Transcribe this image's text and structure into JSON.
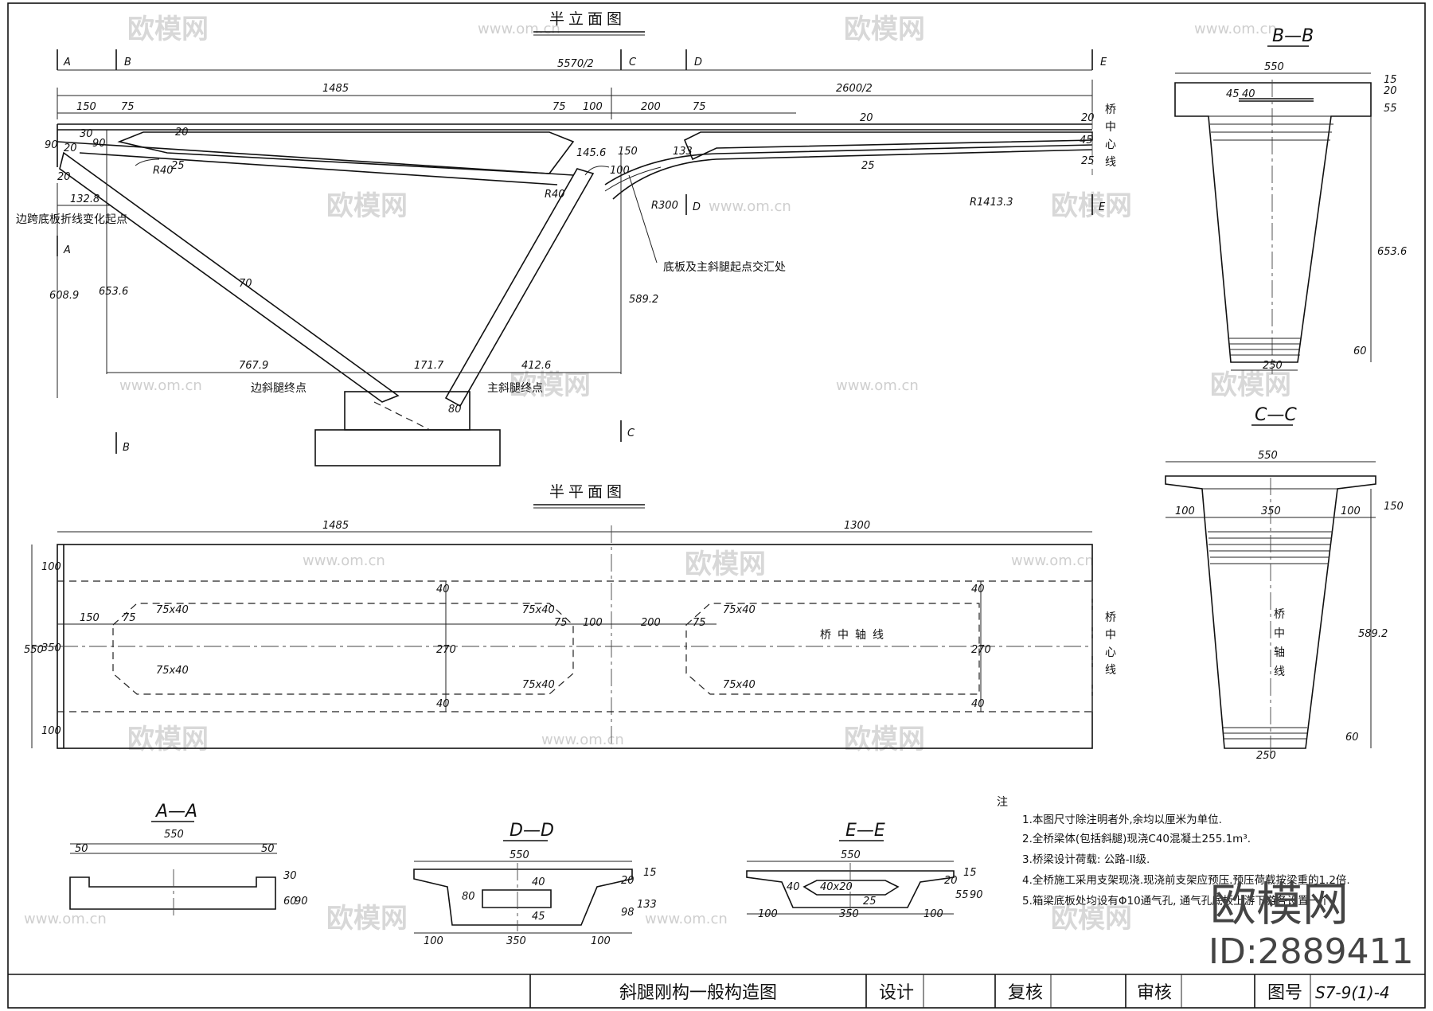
{
  "views": {
    "elevation_title": "半立面图",
    "plan_title": "半平面图",
    "bb_title": "B—B",
    "cc_title": "C—C",
    "aa_title": "A—A",
    "dd_title": "D—D",
    "ee_title": "E—E"
  },
  "section_marks": [
    "A",
    "B",
    "C",
    "D",
    "E"
  ],
  "elevation": {
    "dims_top": [
      "5570/2",
      "1485",
      "2600/2"
    ],
    "dims_detail": [
      "150",
      "75",
      "75",
      "100",
      "200",
      "75",
      "20",
      "20",
      "20",
      "90",
      "30",
      "20",
      "90",
      "20",
      "145.6",
      "133",
      "150",
      "45",
      "25",
      "25",
      "25"
    ],
    "radii": [
      "R40",
      "R40",
      "R300",
      "R1413.3"
    ],
    "dims_left": [
      "132.8",
      "608.9",
      "653.6"
    ],
    "dims_bottom": [
      "767.9",
      "171.7",
      "412.6",
      "80",
      "70",
      "100"
    ],
    "dim_right": "589.2",
    "labels": {
      "side_slope_start": "边跨底板折线变化起点",
      "bottom_meet": "底板及主斜腿起点交汇处",
      "side_leg_end": "边斜腿终点",
      "main_leg_end": "主斜腿终点",
      "bridge_center": "桥中心线"
    }
  },
  "plan": {
    "dims_top": [
      "1485",
      "1300"
    ],
    "dims_left": [
      "550",
      "100",
      "350",
      "100"
    ],
    "dims_inner": [
      "150",
      "75",
      "75",
      "100",
      "200",
      "75",
      "40",
      "270",
      "40",
      "40",
      "270",
      "40"
    ],
    "chamfers": [
      "75x40",
      "75x40",
      "75x40",
      "75x40",
      "75x40",
      "75x40"
    ],
    "axis_label": "桥中轴线",
    "center_label": "桥中心线"
  },
  "section_bb": {
    "dims": [
      "550",
      "15",
      "20",
      "55",
      "45",
      "40",
      "653.6",
      "60",
      "250"
    ]
  },
  "section_cc": {
    "dims": [
      "550",
      "100",
      "350",
      "100",
      "150",
      "589.2",
      "60",
      "250"
    ],
    "axis_label": "桥中轴线"
  },
  "section_aa": {
    "dims": [
      "550",
      "50",
      "50",
      "30",
      "60",
      "90"
    ]
  },
  "section_dd": {
    "dims": [
      "550",
      "15",
      "20",
      "80",
      "40",
      "45",
      "98",
      "133",
      "100",
      "350",
      "100"
    ]
  },
  "section_ee": {
    "dims": [
      "550",
      "15",
      "20",
      "40",
      "40x20",
      "25",
      "55",
      "90",
      "100",
      "350",
      "100"
    ]
  },
  "notes": {
    "heading": "注",
    "items": [
      "1.本图尺寸除注明者外,余均以厘米为单位.",
      "2.全桥梁体(包括斜腿)现浇C40混凝土255.1m³.",
      "3.桥梁设计荷载: 公路-II级.",
      "4.全桥施工采用支架现浇.现浇前支架应预压.预压荷载按梁重的1.2倍.",
      "5.箱梁底板处均设有Φ10通气孔, 通气孔底板上游下游各设置一个."
    ]
  },
  "title_block": {
    "drawing_name": "斜腿刚构一般构造图",
    "design": "设计",
    "check": "复核",
    "review": "审核",
    "number_label": "图号",
    "number": "S7-9(1)-4"
  },
  "watermark": {
    "brand": "欧模网",
    "url": "www.om.cn",
    "big": "欧模网",
    "id": "ID:2889411"
  }
}
